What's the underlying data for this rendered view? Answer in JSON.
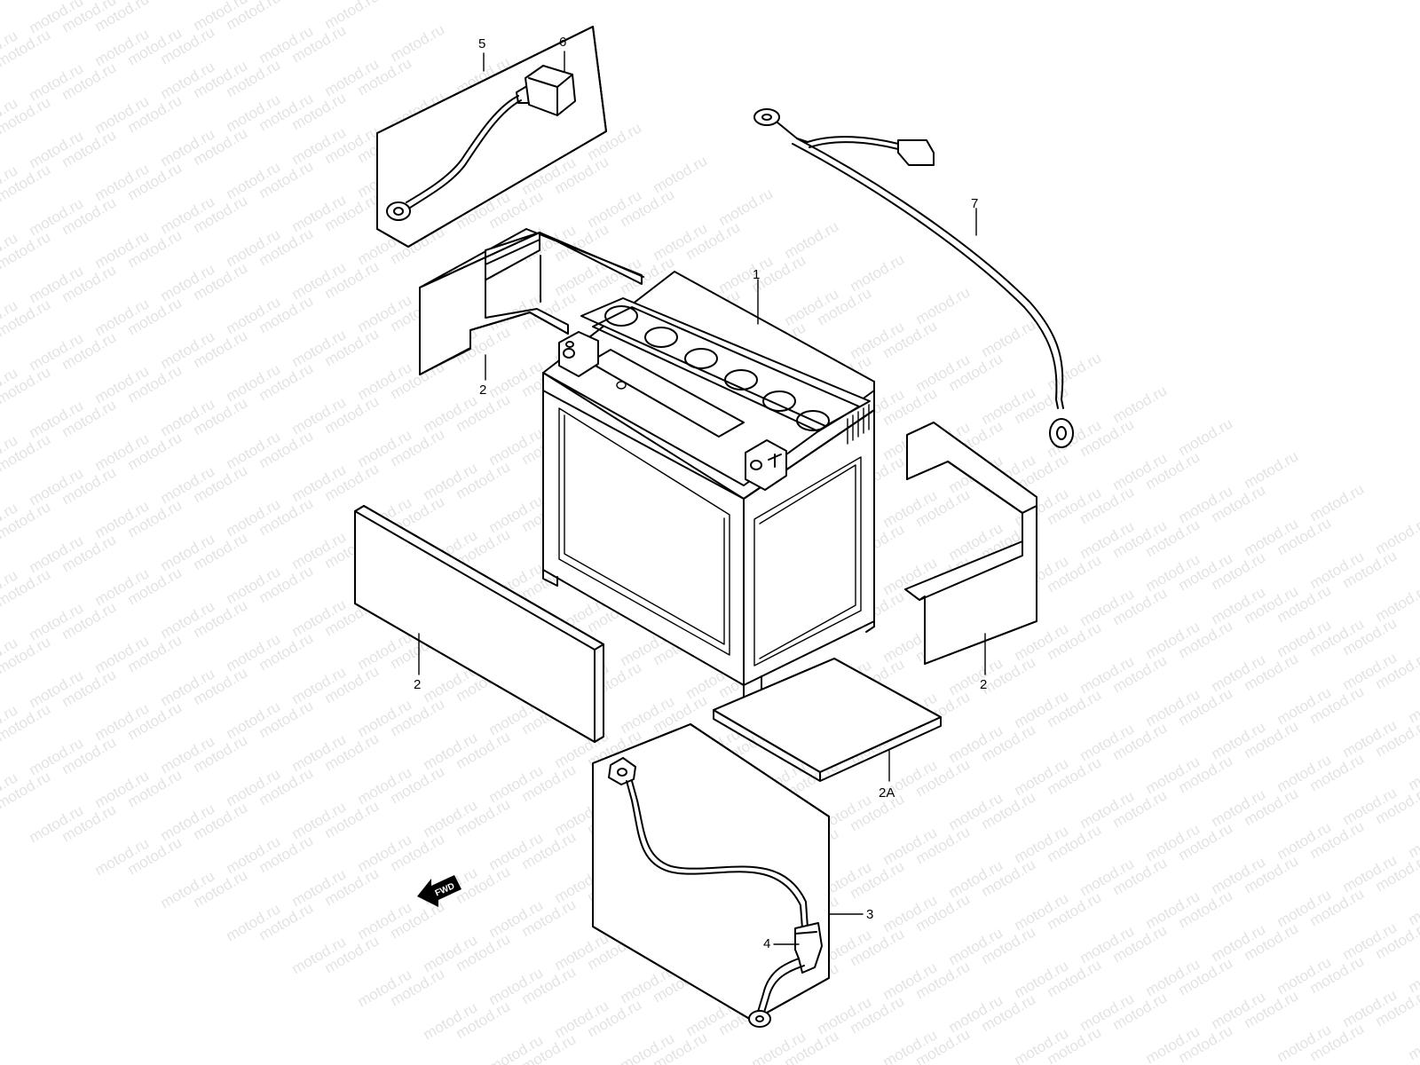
{
  "watermark": "motod.ru",
  "fwd_label": "FWD",
  "callouts": {
    "c1": "1",
    "c2_upper_left": "2",
    "c2_lower_left": "2",
    "c2_right": "2",
    "c2a": "2A",
    "c3": "3",
    "c4": "4",
    "c5": "5",
    "c6": "6",
    "c7": "7"
  },
  "parts": [
    {
      "id": "1",
      "icon": "battery-icon"
    },
    {
      "id": "2",
      "icon": "battery-cushion-icon"
    },
    {
      "id": "2A",
      "icon": "battery-base-pad-icon"
    },
    {
      "id": "3",
      "icon": "negative-cable-icon"
    },
    {
      "id": "4",
      "icon": "terminal-boot-icon"
    },
    {
      "id": "5",
      "icon": "lead-wire-icon"
    },
    {
      "id": "6",
      "icon": "connector-icon"
    },
    {
      "id": "7",
      "icon": "positive-cable-icon"
    }
  ],
  "colors": {
    "line": "#000000",
    "background": "#ffffff"
  }
}
